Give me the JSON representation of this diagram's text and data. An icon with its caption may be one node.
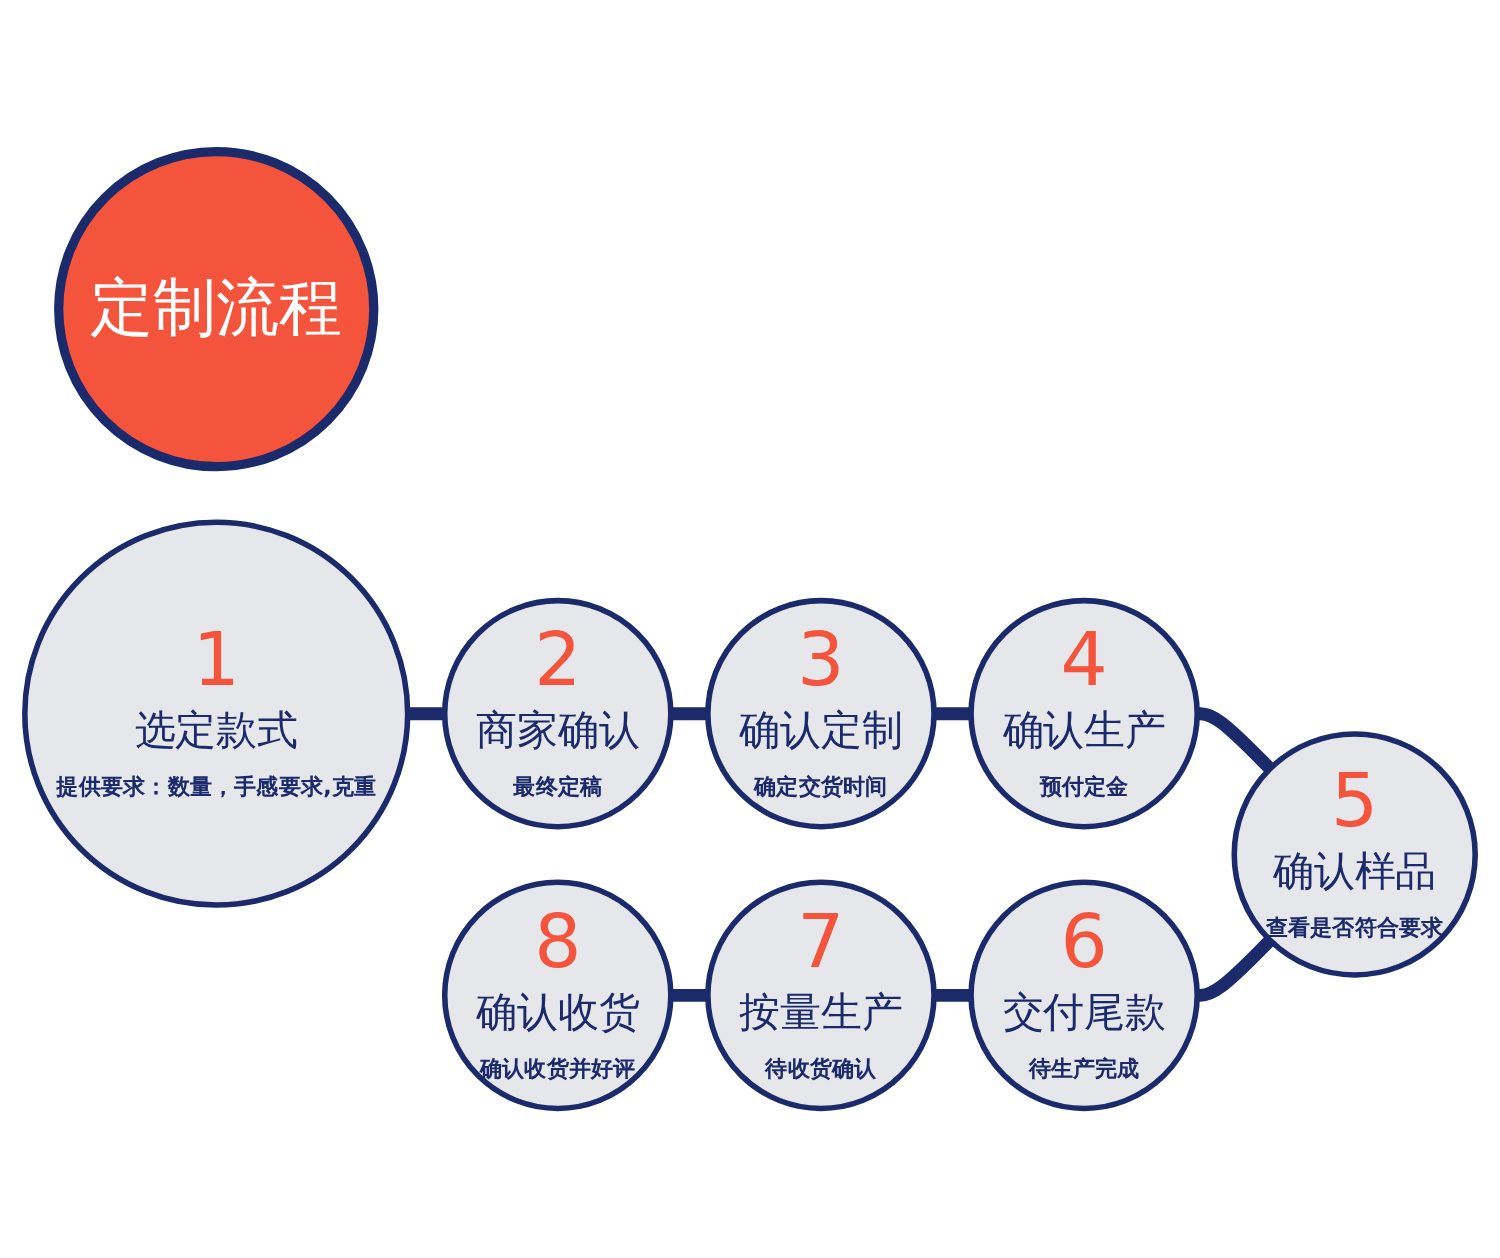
{
  "diagram": {
    "nodes": [
      {
        "text": [
          "定制流程"
        ]
      },
      {
        "text": [
          "1",
          "选定款式",
          "提供要求：数量，手感要求,克重"
        ]
      },
      {
        "text": [
          "2",
          "商家确认",
          "最终定稿"
        ]
      },
      {
        "text": [
          "3",
          "确认定制",
          "确定交货时间"
        ]
      },
      {
        "text": [
          "4",
          "确认生产",
          "预付定金"
        ]
      },
      {
        "text": [
          "5",
          "确认样品",
          "查看是否符合要求"
        ]
      },
      {
        "text": [
          "6",
          "交付尾款",
          "待生产完成"
        ]
      },
      {
        "text": [
          "7",
          "按量生产",
          "待收货确认"
        ]
      },
      {
        "text": [
          "8",
          "确认收货",
          "确认收货并好评"
        ]
      }
    ],
    "edges": [
      {
        "from": 1,
        "to": 2,
        "arrow": "none"
      },
      {
        "from": 2,
        "to": 3,
        "arrow": "none"
      },
      {
        "from": 3,
        "to": 4,
        "arrow": "none"
      },
      {
        "from": 4,
        "to": 5,
        "arrow": "none"
      },
      {
        "from": 6,
        "to": 5,
        "arrow": "none"
      },
      {
        "from": 7,
        "to": 6,
        "arrow": "none"
      },
      {
        "from": 8,
        "to": 7,
        "arrow": "none"
      }
    ]
  }
}
